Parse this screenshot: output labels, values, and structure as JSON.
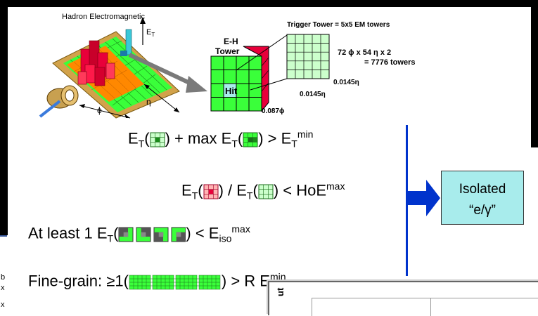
{
  "top_left_labels": {
    "hadron_em": "Hadron Electromagnetic",
    "et": "E",
    "et_sub": "T",
    "phi": "ϕ",
    "eta": "η"
  },
  "tower_labels": {
    "trigger_tower": "Trigger Tower = 5x5 EM towers",
    "eh_line1": "E-H",
    "eh_line2": "Tower",
    "hit": "Hit",
    "dims_line1": "72 ϕ x 54 η x 2",
    "dims_line2": "= 7776 towers",
    "eta_size1": "0.0145η",
    "eta_size2": "0.0145η",
    "phi_size": "0.087ϕ"
  },
  "formulas": {
    "f1_a": "E",
    "f1_b": "T",
    "f1_c": "(",
    "f1_d": ") + max E",
    "f1_e": "T",
    "f1_f": "(",
    "f1_g": ") > E",
    "f1_h": "T",
    "f1_i": "min",
    "f2_a": "E",
    "f2_b": "T",
    "f2_c": "(",
    "f2_d": ") / E",
    "f2_e": "T",
    "f2_f": "(",
    "f2_g": ") < HoE",
    "f2_h": "max",
    "f3_a": "At least 1 E",
    "f3_b": "T",
    "f3_c": "(",
    "f3_d": ") < E",
    "f3_e": "iso",
    "f3_f": "max",
    "f4_a": "Fine-grain: ≥1(",
    "f4_b": ") > R E",
    "f4_c": "min"
  },
  "result_box": {
    "line1": "Isolated",
    "line2": "“e/γ”"
  },
  "bottom_window": {
    "side_label": "ut"
  },
  "left_fragment": {
    "chars": [
      "b",
      "x",
      "x"
    ]
  },
  "colors": {
    "green": "#3aff3a",
    "dark_green": "#1a6e1a",
    "light_green": "#ccffcc",
    "red": "#e8003a",
    "pink": "#ffb3b3",
    "cyan_hit": "#a8ecec",
    "blue_arrow": "#0033cc",
    "orange": "#ff8800"
  }
}
